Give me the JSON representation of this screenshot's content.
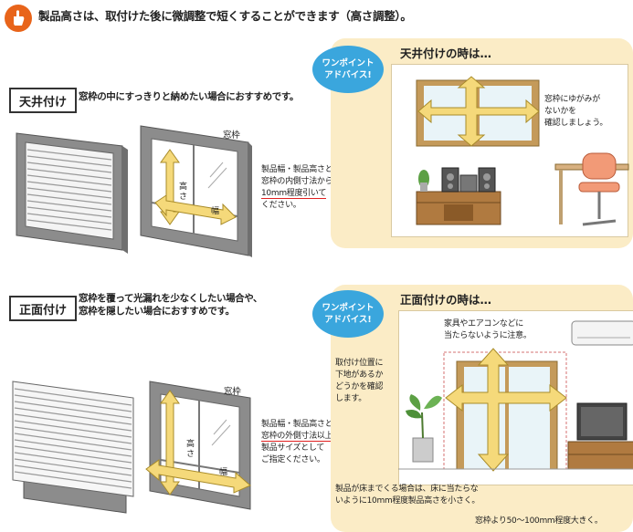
{
  "header": {
    "text": "製品高さは、取付けた後に微調整で短くすることができます（高さ調整）。",
    "accent_color": "#e8641a"
  },
  "advice_bubble": [
    "ワンポイント",
    "アドバイス!"
  ],
  "ceiling": {
    "badge": "天井付け",
    "intro": "窓枠の中にすっきりと納めたい場合におすすめです。",
    "frame_label": "窓枠",
    "height_label": "高さ",
    "width_label": "幅",
    "note": [
      "製品幅・製品高さとも、",
      "窓枠の内側寸法から",
      "10mm程度引いて",
      "ください。"
    ],
    "advice": {
      "title": "天井付けの時は…",
      "note": [
        "窓枠にゆがみが",
        "ないかを",
        "確認しましょう。"
      ]
    }
  },
  "front": {
    "badge": "正面付け",
    "intro": [
      "窓枠を覆って光漏れを少なくしたい場合や、",
      "窓枠を隠したい場合におすすめです。"
    ],
    "frame_label": "窓枠",
    "height_label": "高さ",
    "width_label": "幅",
    "note": [
      "製品幅・製品高さとも、",
      "窓枠の外側寸法以上を",
      "製品サイズとして",
      "ご指定ください。"
    ],
    "advice": {
      "title": "正面付けの時は…",
      "furniture_note": [
        "家具やエアコンなどに",
        "当たらないように注意。"
      ],
      "base_note": [
        "取付け位置に",
        "下地があるか",
        "どうかを確認",
        "します。"
      ],
      "floor_note": [
        "製品が床までくる場合は、床に当たらな",
        "いように10mm程度製品高さを小さく。"
      ],
      "bottom_note": "窓枠より50～100mm程度大きく。"
    }
  }
}
